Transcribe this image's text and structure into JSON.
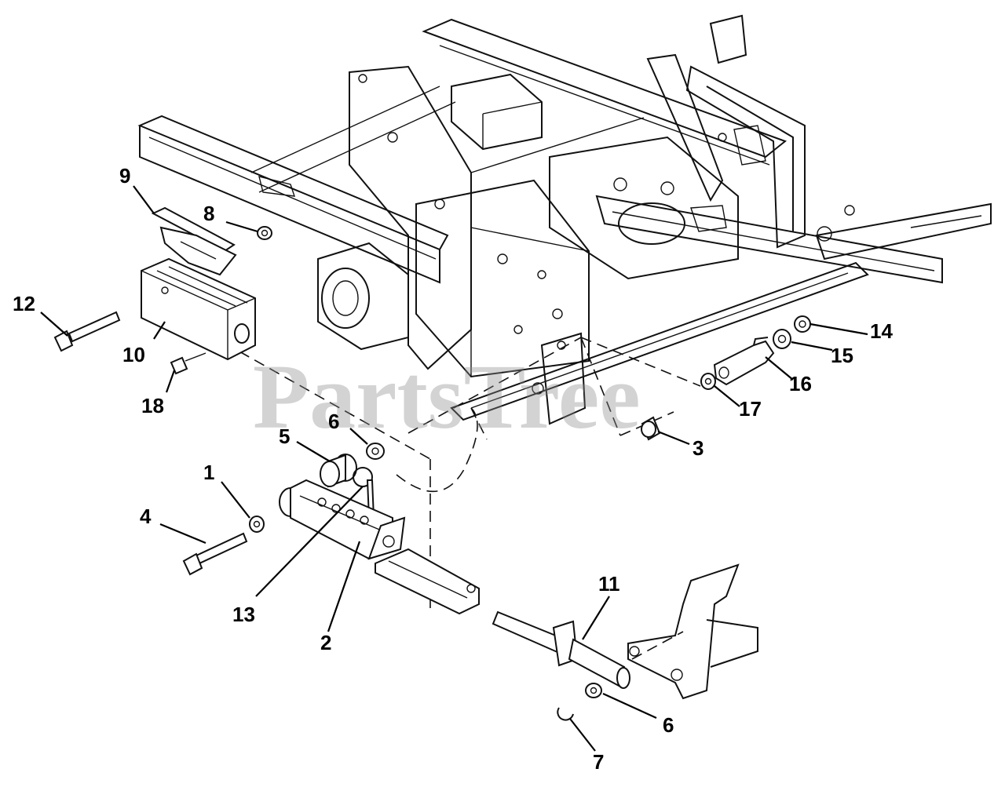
{
  "watermark": "PartsTree",
  "callouts": [
    {
      "id": "9",
      "label": "9"
    },
    {
      "id": "8",
      "label": "8"
    },
    {
      "id": "12",
      "label": "12"
    },
    {
      "id": "10",
      "label": "10"
    },
    {
      "id": "18",
      "label": "18"
    },
    {
      "id": "5",
      "label": "5"
    },
    {
      "id": "6a",
      "label": "6"
    },
    {
      "id": "1",
      "label": "1"
    },
    {
      "id": "4",
      "label": "4"
    },
    {
      "id": "13",
      "label": "13"
    },
    {
      "id": "2",
      "label": "2"
    },
    {
      "id": "11",
      "label": "11"
    },
    {
      "id": "6b",
      "label": "6"
    },
    {
      "id": "7",
      "label": "7"
    },
    {
      "id": "3",
      "label": "3"
    },
    {
      "id": "17",
      "label": "17"
    },
    {
      "id": "16",
      "label": "16"
    },
    {
      "id": "15",
      "label": "15"
    },
    {
      "id": "14",
      "label": "14"
    }
  ],
  "colors": {
    "line": "#111111",
    "background": "#ffffff",
    "watermark": "#8c8c8c"
  }
}
